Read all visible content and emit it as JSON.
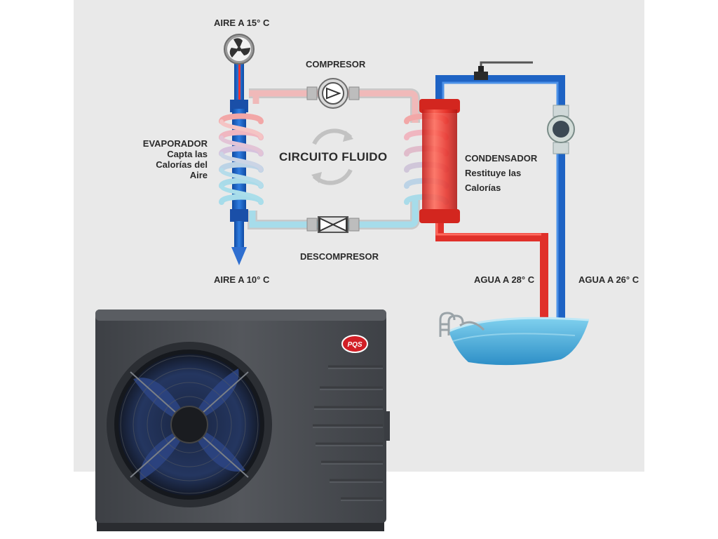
{
  "diagram": {
    "air_in_label": "AIRE A 15° C",
    "air_out_label": "AIRE A 10° C",
    "compressor_label": "COMPRESOR",
    "expansion_label": "DESCOMPRESOR",
    "circuit_label": "CIRCUITO FLUIDO",
    "evaporator": {
      "title": "EVAPORADOR",
      "lines": [
        "Capta las",
        "Calorías del",
        "Aire"
      ]
    },
    "condenser": {
      "title": "CONDENSADOR",
      "lines": [
        "Restituye las",
        "Calorías"
      ]
    },
    "water_hot_label": "AGUA A 28° C",
    "water_cold_label": "AGUA A 26° C"
  },
  "unit": {
    "brand": "PQS"
  },
  "colors": {
    "cold_pipe": "#1e63c4",
    "hot_pipe": "#e0302a",
    "refrigerant_cold": "#a8d8e8",
    "refrigerant_hot": "#f3b6b6",
    "unit_body": "#4a4d52",
    "pool_water": "#3aa6d6"
  }
}
